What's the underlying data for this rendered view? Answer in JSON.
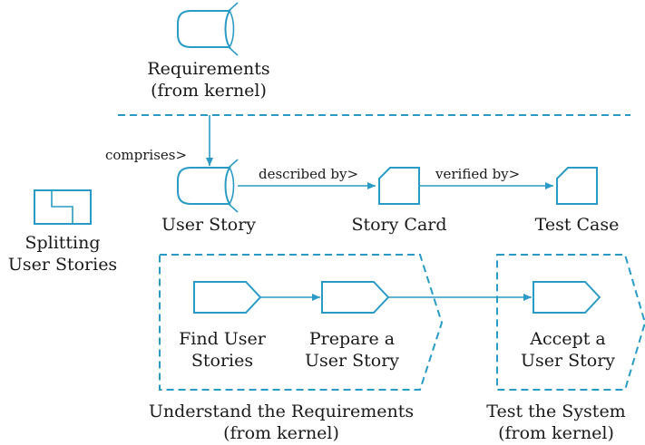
{
  "colors": {
    "accent": "#2a9bc4",
    "text": "#1a1a1a",
    "background": "#ffffff"
  },
  "alphas": [
    {
      "id": "requirements",
      "icon": "alpha-icon",
      "line1": "Requirements",
      "line2": "(from kernel)"
    },
    {
      "id": "user-story",
      "icon": "alpha-icon",
      "line1": "User Story"
    }
  ],
  "work_products": [
    {
      "id": "story-card",
      "icon": "work-product-icon",
      "label": "Story Card"
    },
    {
      "id": "test-case",
      "icon": "work-product-icon",
      "label": "Test Case"
    }
  ],
  "pattern": {
    "icon": "pattern-icon",
    "line1": "Splitting",
    "line2": "User Stories"
  },
  "activity_spaces": [
    {
      "id": "understand-requirements",
      "line1": "Understand the Requirements",
      "line2": "(from kernel)"
    },
    {
      "id": "test-system",
      "line1": "Test the System",
      "line2": "(from kernel)"
    }
  ],
  "activities": [
    {
      "id": "find-user-stories",
      "icon": "activity-icon",
      "line1": "Find User",
      "line2": "Stories"
    },
    {
      "id": "prepare-user-story",
      "icon": "activity-icon",
      "line1": "Prepare a",
      "line2": "User Story"
    },
    {
      "id": "accept-user-story",
      "icon": "activity-icon",
      "line1": "Accept a",
      "line2": "User Story"
    }
  ],
  "relations": {
    "comprises": "comprises>",
    "described_by": "described by>",
    "verified_by": "verified by>"
  }
}
